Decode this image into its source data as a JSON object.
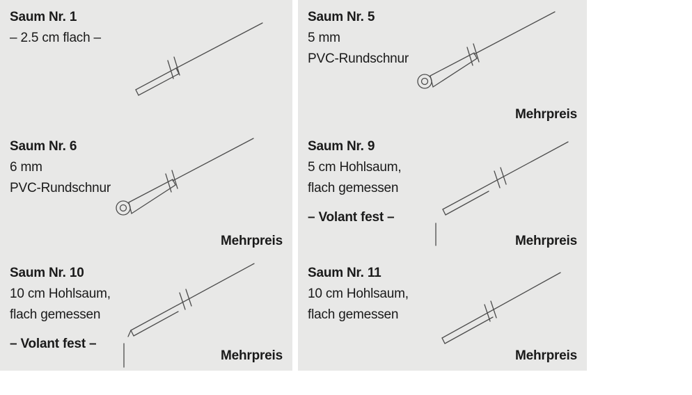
{
  "colors": {
    "cell_background": "#e8e8e7",
    "ink": "#1a1a1a",
    "drawing_stroke": "#4c4c4c"
  },
  "cells": [
    {
      "title": "Saum Nr. 1",
      "line1": "– 2.5 cm flach –",
      "drawing": "flat-hem-sketch"
    },
    {
      "title": "Saum Nr. 5",
      "line1": "5 mm",
      "line2": "PVC-Rundschnur",
      "mehrpreis": "Mehrpreis",
      "drawing": "round-cord-hem-sketch"
    },
    {
      "title": "Saum Nr. 6",
      "line1": "6 mm",
      "line2": "PVC-Rundschnur",
      "mehrpreis": "Mehrpreis",
      "drawing": "round-cord-hem-sketch"
    },
    {
      "title": "Saum Nr. 9",
      "line1": "5 cm Hohlsaum,",
      "line2": "flach gemessen",
      "volant": "– Volant fest –",
      "mehrpreis": "Mehrpreis",
      "drawing": "hollow-hem-valance-sketch"
    },
    {
      "title": "Saum Nr. 10",
      "line1": "10 cm Hohlsaum,",
      "line2": "flach gemessen",
      "volant": "– Volant fest –",
      "mehrpreis": "Mehrpreis",
      "drawing": "hollow-hem-valance-sketch"
    },
    {
      "title": "Saum Nr. 11",
      "line1": "10 cm Hohlsaum,",
      "line2": "flach gemessen",
      "mehrpreis": "Mehrpreis",
      "drawing": "hollow-hem-sketch"
    }
  ]
}
